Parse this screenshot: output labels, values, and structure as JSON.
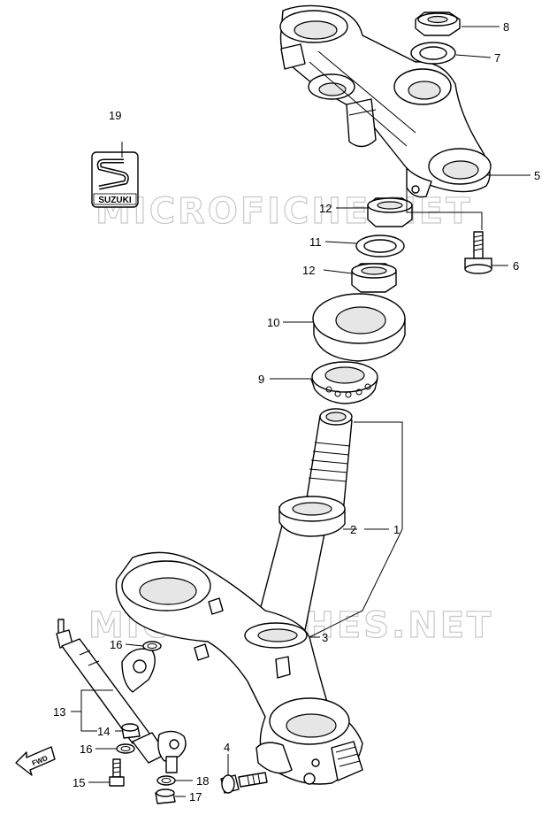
{
  "watermarks": [
    "MICROFICHE.NET",
    "MICROFICHES.NET"
  ],
  "logo": {
    "text": "SUZUKI"
  },
  "fwd_label": "FWD",
  "callouts": {
    "c1": "1",
    "c2": "2",
    "c3": "3",
    "c4": "4",
    "c5": "5",
    "c6": "6",
    "c7": "7",
    "c8": "8",
    "c9": "9",
    "c10": "10",
    "c11": "11",
    "c12a": "12",
    "c12b": "12",
    "c13": "13",
    "c14": "14",
    "c15": "15",
    "c16a": "16",
    "c16b": "16",
    "c17": "17",
    "c18": "18",
    "c19": "19"
  }
}
